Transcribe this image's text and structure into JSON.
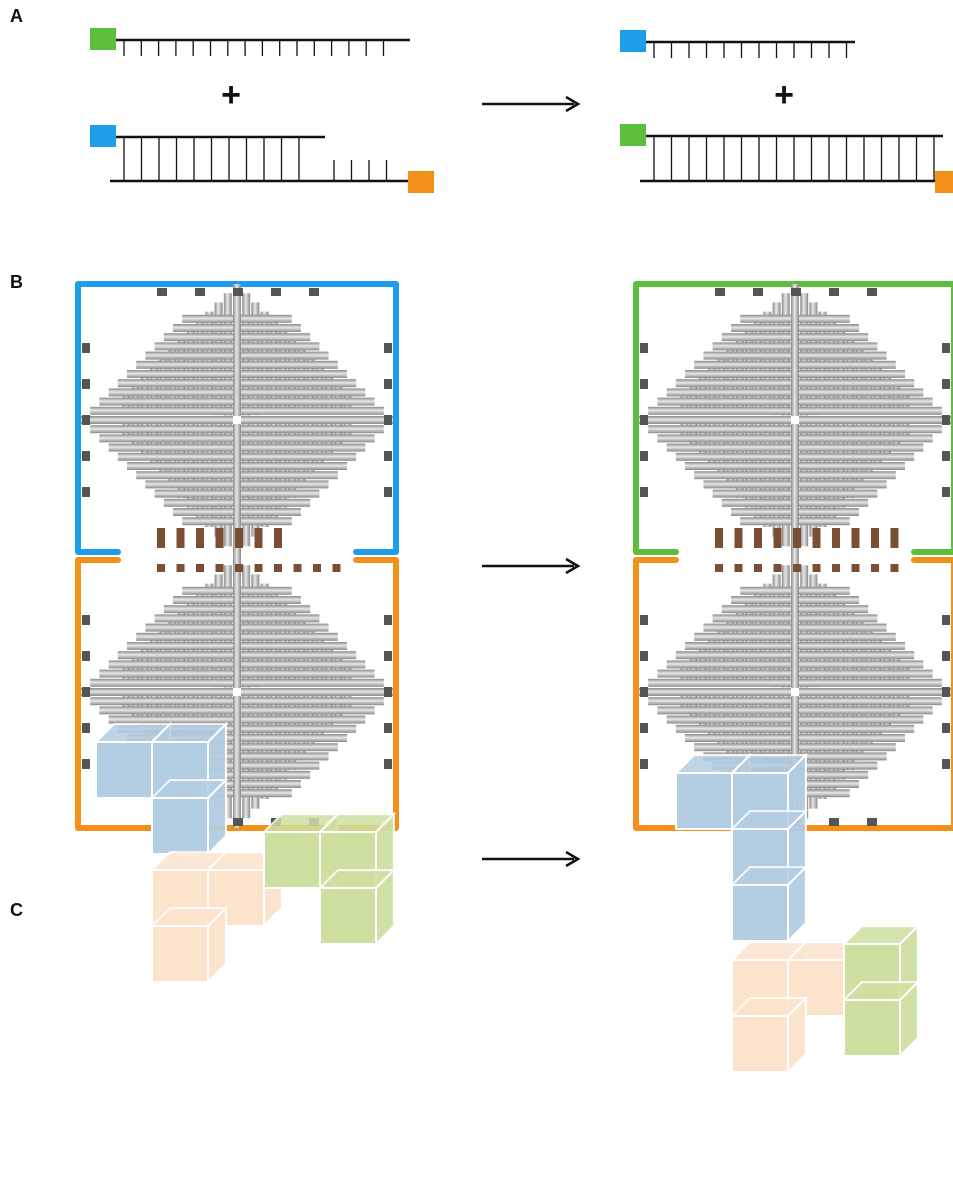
{
  "panels": {
    "a": {
      "label": "A",
      "operator_left": "+",
      "operator_right": "+"
    },
    "b": {
      "label": "B"
    },
    "c": {
      "label": "C"
    }
  },
  "colors": {
    "green": "#5cbe3b",
    "blue": "#1e9de8",
    "orange": "#f39019",
    "rod_light": "#c9c9c9",
    "rod_dark": "#555555",
    "rod_brown": "#7a5035",
    "cube_blue": "#b3cde3",
    "cube_peach": "#fbe3cc",
    "cube_green": "#cde0a2"
  }
}
